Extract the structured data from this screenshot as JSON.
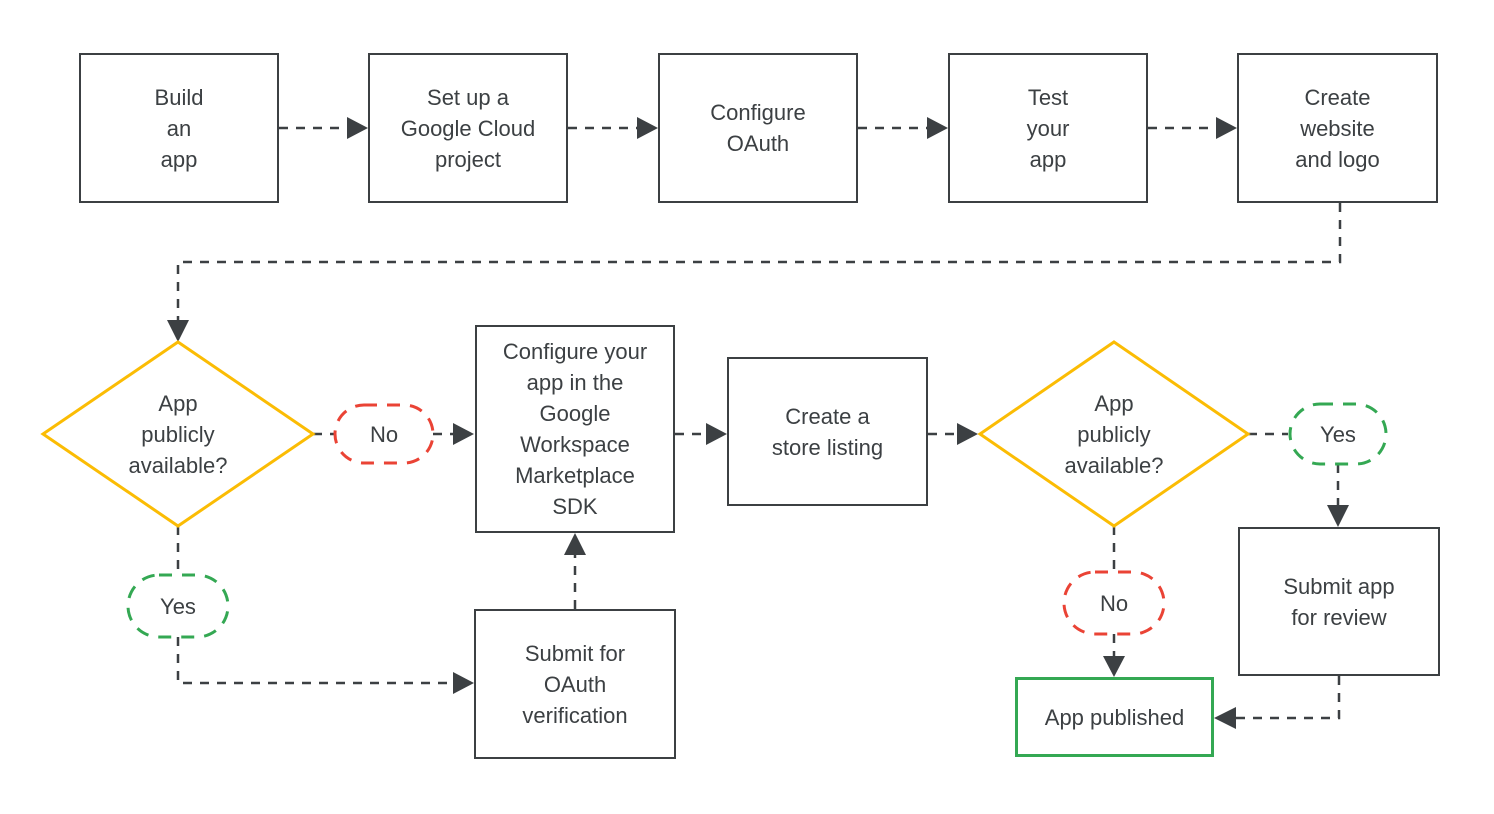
{
  "flowchart": {
    "steps": {
      "build_app": "Build\nan\napp",
      "setup_project": "Set up a\nGoogle Cloud\nproject",
      "configure_oauth": "Configure\nOAuth",
      "test_app": "Test\nyour\napp",
      "create_website": "Create\nwebsite\nand logo",
      "configure_sdk": "Configure your\napp in the\nGoogle\nWorkspace\nMarketplace\nSDK",
      "store_listing": "Create a\nstore listing",
      "oauth_verification": "Submit for\nOAuth\nverification",
      "submit_review": "Submit app\nfor review",
      "app_published": "App published"
    },
    "decisions": {
      "d1": "App\npublicly\navailable?",
      "d2": "App\npublicly\navailable?"
    },
    "branches": {
      "no1": "No",
      "yes1": "Yes",
      "yes2": "Yes",
      "no2": "No"
    },
    "colors": {
      "line": "#3C4043",
      "text": "#3C4043",
      "decision": "#FBBC04",
      "no": "#EA4335",
      "yes": "#34A853"
    }
  }
}
